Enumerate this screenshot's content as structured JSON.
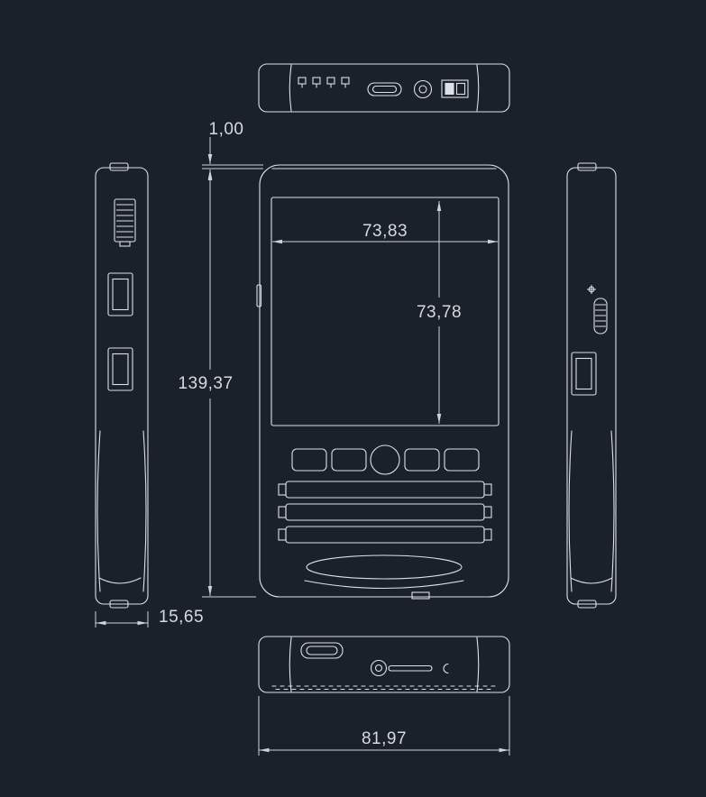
{
  "colors": {
    "background": "#1b212b",
    "geometry": "#dce1e6",
    "dimension": "#cdd3da",
    "text": "#d6dade"
  },
  "dimensions": {
    "top_gap": "1,00",
    "body_height": "139,37",
    "screen_width": "73,83",
    "screen_height": "73,78",
    "side_depth": "15,65",
    "body_width": "81,97"
  }
}
